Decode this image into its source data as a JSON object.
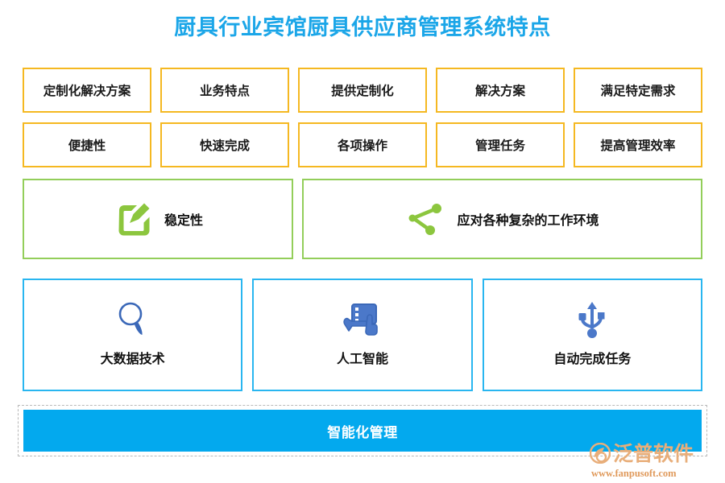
{
  "title": "厨具行业宾馆厨具供应商管理系统特点",
  "colors": {
    "title_blue": "#1BA6E8",
    "yellow_border": "#F5B821",
    "green_border": "#93CE5A",
    "green_icon": "#8CC63E",
    "blue_border": "#29B6F0",
    "blue_icon": "#4B78C9",
    "bar_blue": "#03A9EE",
    "watermark_orange": "#E8AE7A",
    "text_dark": "#111111"
  },
  "rows": {
    "yellow_row_1": [
      {
        "label": "定制化解决方案"
      },
      {
        "label": "业务特点"
      },
      {
        "label": "提供定制化"
      },
      {
        "label": "解决方案"
      },
      {
        "label": "满足特定需求"
      }
    ],
    "yellow_row_2": [
      {
        "label": "便捷性"
      },
      {
        "label": "快速完成"
      },
      {
        "label": "各项操作"
      },
      {
        "label": "管理任务"
      },
      {
        "label": "提高管理效率"
      }
    ],
    "green_row": [
      {
        "label": "稳定性",
        "icon": "edit-pencil-icon"
      },
      {
        "label": "应对各种复杂的工作环境",
        "icon": "share-nodes-icon"
      }
    ],
    "blue_row": [
      {
        "label": "大数据技术",
        "icon": "magnifier-icon"
      },
      {
        "label": "人工智能",
        "icon": "tablet-touch-icon"
      },
      {
        "label": "自动完成任务",
        "icon": "usb-icon"
      }
    ]
  },
  "bottom_bar": {
    "label": "智能化管理"
  },
  "watermark": {
    "brand": "泛普软件",
    "url": "www.fanpusoft.com",
    "logo_icon": "fanpu-logo-icon"
  }
}
